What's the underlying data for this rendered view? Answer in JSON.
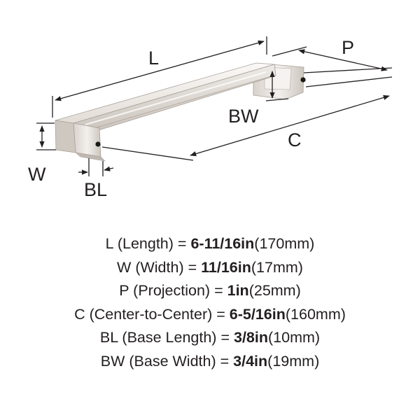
{
  "diagram": {
    "labels": {
      "L": "L",
      "P": "P",
      "BW": "BW",
      "C": "C",
      "W": "W",
      "BL": "BL"
    },
    "colors": {
      "line": "#231f20",
      "metal_light": "#f2efec",
      "metal_mid": "#ddd8d3",
      "metal_dark": "#b9b2ab",
      "screw_hole": "#1a1a1a"
    }
  },
  "specs": [
    {
      "key": "L",
      "name": "(Length)",
      "eq": "=",
      "value": "6-11/16in",
      "metric": "(170mm)"
    },
    {
      "key": "W",
      "name": "(Width)",
      "eq": "=",
      "value": "11/16in",
      "metric": "(17mm)"
    },
    {
      "key": "P",
      "name": "(Projection)",
      "eq": "=",
      "value": "1in",
      "metric": "(25mm)"
    },
    {
      "key": "C",
      "name": "(Center-to-Center)",
      "eq": "=",
      "value": "6-5/16in",
      "metric": "(160mm)"
    },
    {
      "key": "BL",
      "name": "(Base Length)",
      "eq": "=",
      "value": "3/8in",
      "metric": "(10mm)"
    },
    {
      "key": "BW",
      "name": "(Base Width)",
      "eq": "=",
      "value": "3/4in",
      "metric": "(19mm)"
    }
  ]
}
